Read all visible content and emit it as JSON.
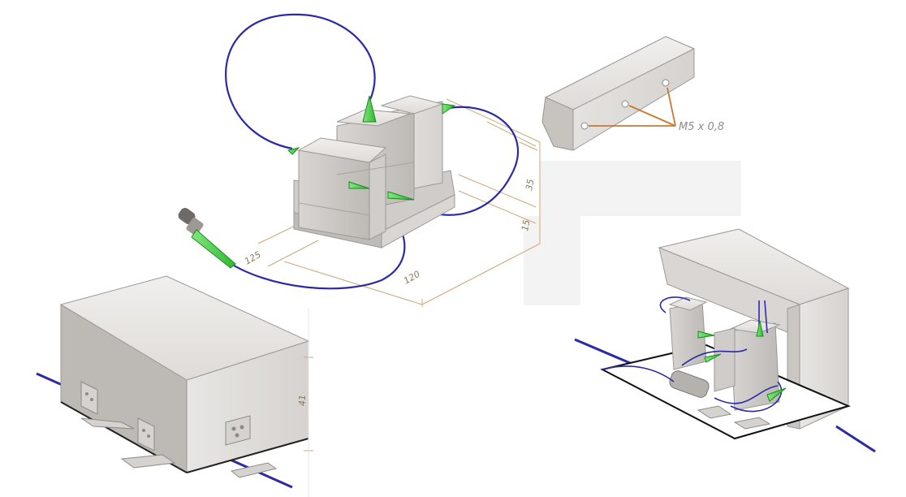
{
  "annotations": {
    "thread_callout": "M5 x 0,8",
    "dimensions": [
      "120",
      "125",
      "35",
      "15",
      "41"
    ]
  },
  "colors": {
    "body_light": "#e6e4e2",
    "body_mid": "#c9c6c3",
    "body_dark": "#a8a5a2",
    "fiber": "#2a2aa8",
    "connector": "#3fcf3f",
    "dimension_line": "#b08a5a",
    "callout": "#c8782e"
  },
  "views": [
    {
      "name": "module-exploded-view"
    },
    {
      "name": "mounting-bracket-detail"
    },
    {
      "name": "enclosed-module-view"
    },
    {
      "name": "cutaway-assembly-view"
    }
  ]
}
